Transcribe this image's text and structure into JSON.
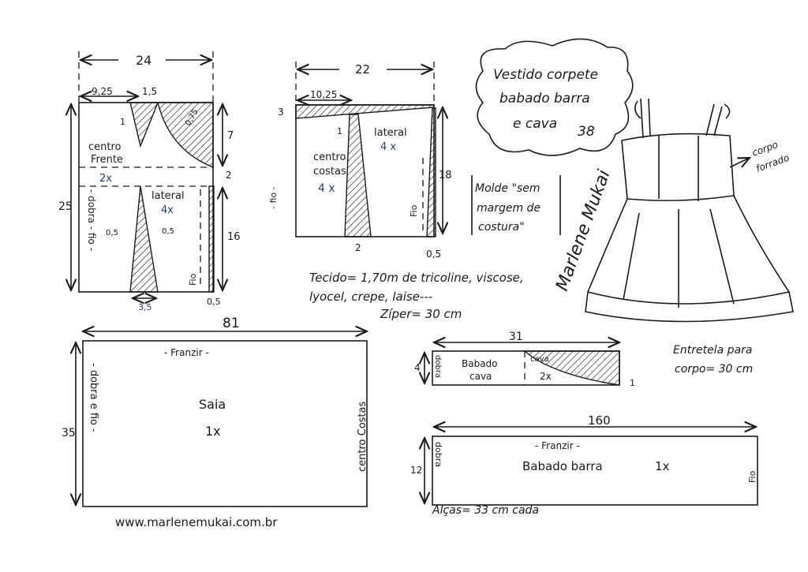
{
  "title": {
    "line1": "Vestido corpete",
    "line2": "babado barra",
    "line3": "e cava",
    "size": "38"
  },
  "note": {
    "line1": "Molde \"sem",
    "line2": "margem de",
    "line3": "costura\""
  },
  "front": {
    "width": "24",
    "left_width": "9,25",
    "dart": "1,5",
    "height": "25",
    "seg1": "7",
    "seg2": "2",
    "seg3": "16",
    "curve": "0,75",
    "dart_top": "1",
    "label1": "centro",
    "label2": "Frente",
    "count1": "2x",
    "lateral": "lateral",
    "count2": "4x",
    "fold": "- dobra - fio -",
    "grain": "Fio",
    "dart_l": "0,5",
    "dart_r": "0,5",
    "bottom": "3,5",
    "bottom_r": "0,5"
  },
  "back": {
    "width": "22",
    "left_width": "10,25",
    "top": "3",
    "height": "18",
    "dart_top": "1",
    "label1": "centro",
    "label2": "costas",
    "count1": "4 x",
    "lateral": "lateral",
    "count2": "4 x",
    "grain_l": "- fio -",
    "grain": "Fio",
    "bottom": "2",
    "bottom_r": "0,5"
  },
  "materials": {
    "line1": "Tecido= 1,70m de tricoline, viscose,",
    "line2": "lyocel, crepe, laise---",
    "line3": "Zíper= 30 cm"
  },
  "dress": {
    "label1": "corpo",
    "label2": "forrado",
    "signature": "Marlene Mukai"
  },
  "interfacing": {
    "line1": "Entretela para",
    "line2": "corpo= 30 cm"
  },
  "skirt": {
    "width": "81",
    "height": "35",
    "top": "- Franzir -",
    "name": "Saia",
    "count": "1x",
    "left": "- dobra e fio -",
    "right": "centro Costas"
  },
  "sleeve_ruffle": {
    "width": "31",
    "height": "4",
    "fold": "dobra",
    "name1": "Babado",
    "name2": "cava",
    "cava": "cava",
    "count": "2x",
    "end": "1"
  },
  "hem_ruffle": {
    "width": "160",
    "height": "12",
    "top": "- Franzir -",
    "name": "Babado barra",
    "count": "1x",
    "left": "dobra",
    "right": "Fio"
  },
  "straps": "Alças= 33 cm cada",
  "website": "www.marlenemukai.com.br"
}
